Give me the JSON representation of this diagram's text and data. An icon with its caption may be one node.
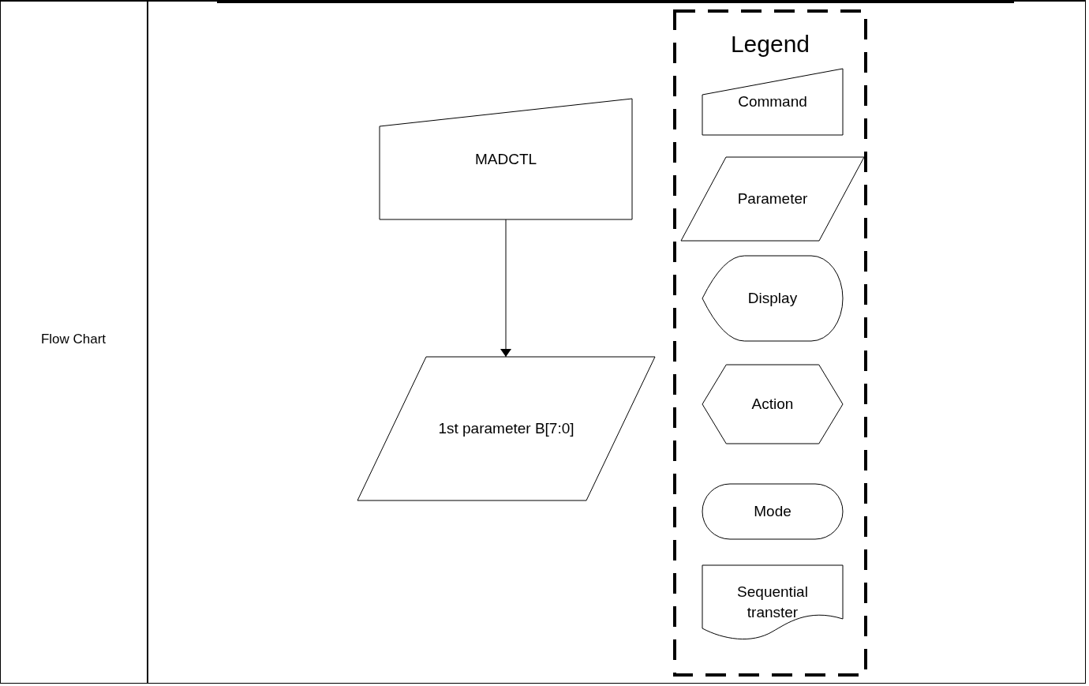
{
  "diagram": {
    "nodes": [
      {
        "text": [
          "MADCTL"
        ]
      },
      {
        "text": [
          "1st parameter B[7:0]"
        ]
      },
      {
        "text": [
          "Legend"
        ]
      },
      {
        "text": [
          "Command"
        ],
        "in": 2
      },
      {
        "text": [
          "Parameter"
        ],
        "in": 2
      },
      {
        "text": [
          "Display"
        ],
        "in": 2
      },
      {
        "text": [
          "Action"
        ],
        "in": 2
      },
      {
        "text": [
          "Mode"
        ],
        "in": 2
      },
      {
        "text": [
          "Sequential transter"
        ],
        "in": 2
      }
    ],
    "edges": [
      {
        "from": 0,
        "to": 1,
        "arrow": "to"
      }
    ],
    "labels": [
      "Flow Chart"
    ]
  }
}
